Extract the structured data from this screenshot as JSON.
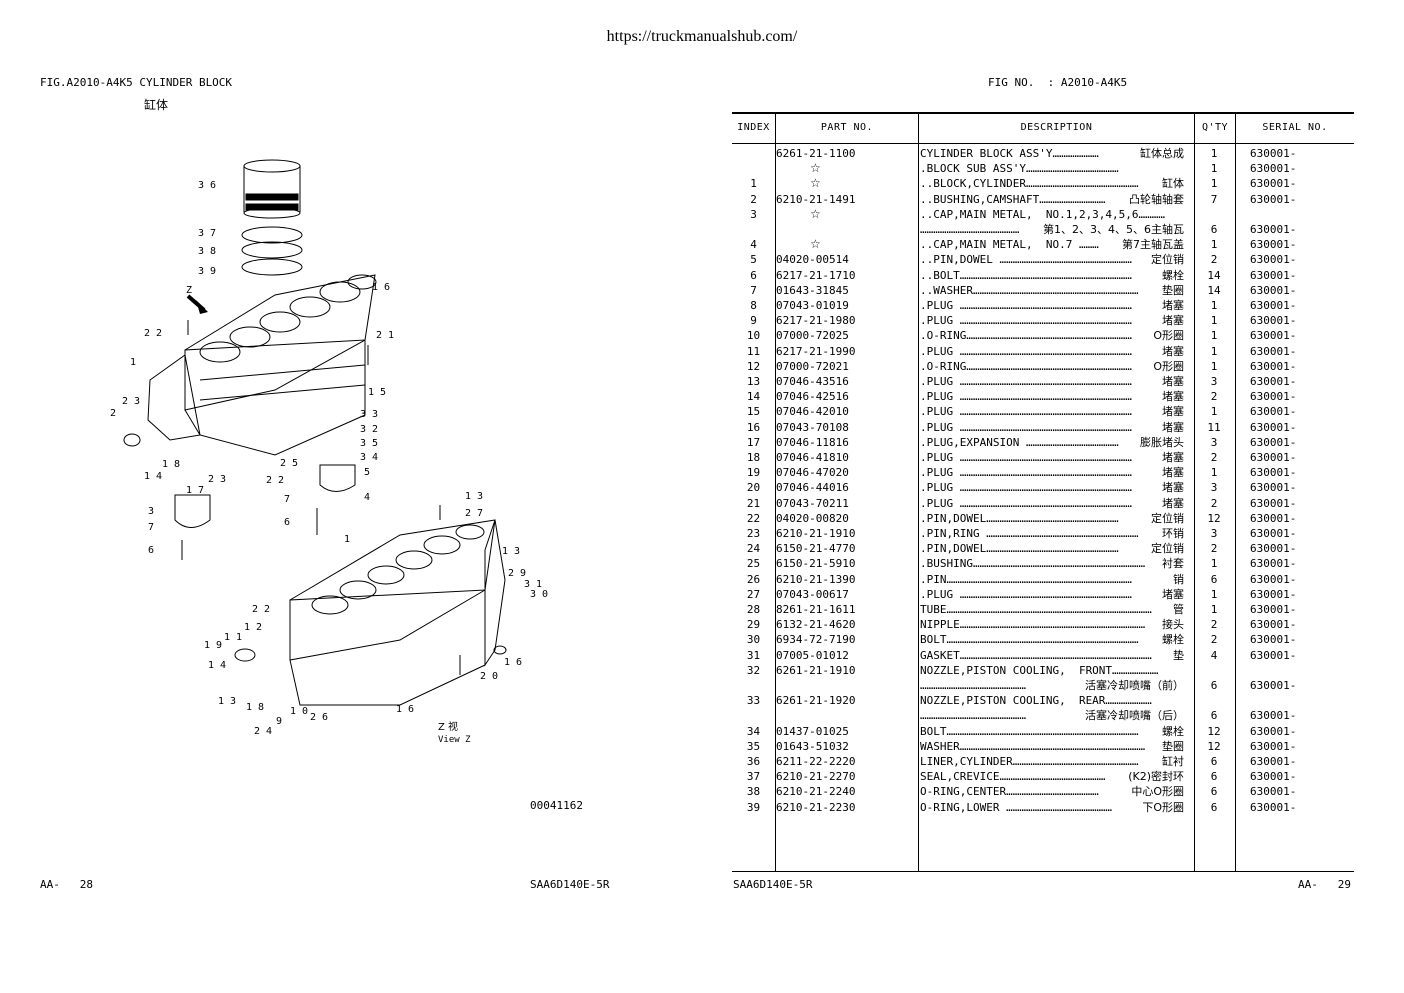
{
  "site_url": "https://truckmanualshub.com/",
  "figure": {
    "title": "FIG.A2010-A4K5 CYLINDER BLOCK",
    "subtitle": "缸体",
    "fig_no_label": "FIG NO.  : A2010-A4K5",
    "drawing_number": "00041162",
    "view_label_cn": "Z  视",
    "view_label_en": "View Z",
    "callouts_top": [
      "36",
      "37",
      "38",
      "39",
      "16",
      "22",
      "21",
      "1",
      "15",
      "23",
      "2",
      "33",
      "32",
      "35",
      "34",
      "14",
      "18",
      "25",
      "5",
      "23",
      "22",
      "17",
      "4",
      "7",
      "3",
      "7",
      "6",
      "6",
      "Z"
    ],
    "callouts_bottom": [
      "13",
      "27",
      "1",
      "13",
      "29",
      "31",
      "30",
      "22",
      "12",
      "11",
      "19",
      "14",
      "16",
      "20",
      "13",
      "18",
      "10",
      "26",
      "16",
      "9",
      "24"
    ]
  },
  "table": {
    "headers": {
      "index": "INDEX",
      "part_no": "PART  NO.",
      "description": "DESCRIPTION",
      "qty": "Q'TY",
      "serial": "SERIAL NO."
    },
    "rows": [
      {
        "index": "",
        "part": "6261-21-1100",
        "dl": "CYLINDER BLOCK ASS'Y…………………",
        "dr": "缸体总成",
        "qty": "1",
        "serial": "630001-"
      },
      {
        "index": "",
        "part": "☆",
        "dl": ".BLOCK SUB ASS'Y……………………………………",
        "dr": "",
        "qty": "1",
        "serial": "630001-"
      },
      {
        "index": "1",
        "part": "☆",
        "dl": "..BLOCK,CYLINDER……………………………………………",
        "dr": "缸体",
        "qty": "1",
        "serial": "630001-"
      },
      {
        "index": "2",
        "part": "6210-21-1491",
        "dl": "..BUSHING,CAMSHAFT…………………………",
        "dr": "凸轮轴轴套",
        "qty": "7",
        "serial": "630001-"
      },
      {
        "index": "3",
        "part": "☆",
        "dl": "..CAP,MAIN METAL,  NO.1,2,3,4,5,6…………",
        "dr": "",
        "qty": "",
        "serial": ""
      },
      {
        "index": "",
        "part": "",
        "dl": "………………………………………",
        "dr": "第1、2、3、4、5、6主轴瓦",
        "qty": "6",
        "serial": "630001-"
      },
      {
        "index": "4",
        "part": "☆",
        "dl": "..CAP,MAIN METAL,  NO.7 ………",
        "dr": "第7主轴瓦盖",
        "qty": "1",
        "serial": "630001-"
      },
      {
        "index": "5",
        "part": "04020-00514",
        "dl": "..PIN,DOWEL ……………………………………………………",
        "dr": "定位销",
        "qty": "2",
        "serial": "630001-"
      },
      {
        "index": "6",
        "part": "6217-21-1710",
        "dl": "..BOLT……………………………………………………………………",
        "dr": "螺栓",
        "qty": "14",
        "serial": "630001-"
      },
      {
        "index": "7",
        "part": "01643-31845",
        "dl": "..WASHER…………………………………………………………………",
        "dr": "垫圈",
        "qty": "14",
        "serial": "630001-"
      },
      {
        "index": "8",
        "part": "07043-01019",
        "dl": ".PLUG ……………………………………………………………………",
        "dr": "堵塞",
        "qty": "1",
        "serial": "630001-"
      },
      {
        "index": "9",
        "part": "6217-21-1980",
        "dl": ".PLUG ……………………………………………………………………",
        "dr": "堵塞",
        "qty": "1",
        "serial": "630001-"
      },
      {
        "index": "10",
        "part": "07000-72025",
        "dl": ".O-RING…………………………………………………………………",
        "dr": "O形圈",
        "qty": "1",
        "serial": "630001-"
      },
      {
        "index": "11",
        "part": "6217-21-1990",
        "dl": ".PLUG ……………………………………………………………………",
        "dr": "堵塞",
        "qty": "1",
        "serial": "630001-"
      },
      {
        "index": "12",
        "part": "07000-72021",
        "dl": ".O-RING…………………………………………………………………",
        "dr": "O形圈",
        "qty": "1",
        "serial": "630001-"
      },
      {
        "index": "13",
        "part": "07046-43516",
        "dl": ".PLUG ……………………………………………………………………",
        "dr": "堵塞",
        "qty": "3",
        "serial": "630001-"
      },
      {
        "index": "14",
        "part": "07046-42516",
        "dl": ".PLUG ……………………………………………………………………",
        "dr": "堵塞",
        "qty": "2",
        "serial": "630001-"
      },
      {
        "index": "15",
        "part": "07046-42010",
        "dl": ".PLUG ……………………………………………………………………",
        "dr": "堵塞",
        "qty": "1",
        "serial": "630001-"
      },
      {
        "index": "16",
        "part": "07043-70108",
        "dl": ".PLUG ……………………………………………………………………",
        "dr": "堵塞",
        "qty": "11",
        "serial": "630001-"
      },
      {
        "index": "17",
        "part": "07046-11816",
        "dl": ".PLUG,EXPANSION ……………………………………",
        "dr": "膨胀堵头",
        "qty": "3",
        "serial": "630001-"
      },
      {
        "index": "18",
        "part": "07046-41810",
        "dl": ".PLUG ……………………………………………………………………",
        "dr": "堵塞",
        "qty": "2",
        "serial": "630001-"
      },
      {
        "index": "19",
        "part": "07046-47020",
        "dl": ".PLUG ……………………………………………………………………",
        "dr": "堵塞",
        "qty": "1",
        "serial": "630001-"
      },
      {
        "index": "20",
        "part": "07046-44016",
        "dl": ".PLUG ……………………………………………………………………",
        "dr": "堵塞",
        "qty": "3",
        "serial": "630001-"
      },
      {
        "index": "21",
        "part": "07043-70211",
        "dl": ".PLUG ……………………………………………………………………",
        "dr": "堵塞",
        "qty": "2",
        "serial": "630001-"
      },
      {
        "index": "22",
        "part": "04020-00820",
        "dl": ".PIN,DOWEL……………………………………………………",
        "dr": "定位销",
        "qty": "12",
        "serial": "630001-"
      },
      {
        "index": "23",
        "part": "6210-21-1910",
        "dl": ".PIN,RING ……………………………………………………………",
        "dr": "环销",
        "qty": "3",
        "serial": "630001-"
      },
      {
        "index": "24",
        "part": "6150-21-4770",
        "dl": ".PIN,DOWEL……………………………………………………",
        "dr": "定位销",
        "qty": "2",
        "serial": "630001-"
      },
      {
        "index": "25",
        "part": "6150-21-5910",
        "dl": ".BUSHING……………………………………………………………………",
        "dr": "衬套",
        "qty": "1",
        "serial": "630001-"
      },
      {
        "index": "26",
        "part": "6210-21-1390",
        "dl": ".PIN…………………………………………………………………………",
        "dr": "销",
        "qty": "6",
        "serial": "630001-"
      },
      {
        "index": "27",
        "part": "07043-00617",
        "dl": ".PLUG ……………………………………………………………………",
        "dr": "堵塞",
        "qty": "1",
        "serial": "630001-"
      },
      {
        "index": "28",
        "part": "8261-21-1611",
        "dl": "TUBE…………………………………………………………………………………",
        "dr": "管",
        "qty": "1",
        "serial": "630001-"
      },
      {
        "index": "29",
        "part": "6132-21-4620",
        "dl": "NIPPLE…………………………………………………………………………",
        "dr": "接头",
        "qty": "2",
        "serial": "630001-"
      },
      {
        "index": "30",
        "part": "6934-72-7190",
        "dl": "BOLT……………………………………………………………………………",
        "dr": "螺栓",
        "qty": "2",
        "serial": "630001-"
      },
      {
        "index": "31",
        "part": "07005-01012",
        "dl": "GASKET……………………………………………………………………………",
        "dr": "垫",
        "qty": "4",
        "serial": "630001-"
      },
      {
        "index": "32",
        "part": "6261-21-1910",
        "dl": "NOZZLE,PISTON COOLING,  FRONT…………………",
        "dr": "",
        "qty": "",
        "serial": ""
      },
      {
        "index": "",
        "part": "",
        "dl": "…………………………………………",
        "dr": "活塞冷却喷嘴（前）",
        "qty": "6",
        "serial": "630001-"
      },
      {
        "index": "33",
        "part": "6261-21-1920",
        "dl": "NOZZLE,PISTON COOLING,  REAR…………………",
        "dr": "",
        "qty": "",
        "serial": ""
      },
      {
        "index": "",
        "part": "",
        "dl": "…………………………………………",
        "dr": "活塞冷却喷嘴（后）",
        "qty": "6",
        "serial": "630001-"
      },
      {
        "index": "34",
        "part": "01437-01025",
        "dl": "BOLT……………………………………………………………………………",
        "dr": "螺栓",
        "qty": "12",
        "serial": "630001-"
      },
      {
        "index": "35",
        "part": "01643-51032",
        "dl": "WASHER…………………………………………………………………………",
        "dr": "垫圈",
        "qty": "12",
        "serial": "630001-"
      },
      {
        "index": "36",
        "part": "6211-22-2220",
        "dl": "LINER,CYLINDER…………………………………………………",
        "dr": "缸衬",
        "qty": "6",
        "serial": "630001-"
      },
      {
        "index": "37",
        "part": "6210-21-2270",
        "dl": "SEAL,CREVICE…………………………………………",
        "dr": "(K2)密封环",
        "qty": "6",
        "serial": "630001-"
      },
      {
        "index": "38",
        "part": "6210-21-2240",
        "dl": "O-RING,CENTER……………………………………",
        "dr": "中心O形圈",
        "qty": "6",
        "serial": "630001-"
      },
      {
        "index": "39",
        "part": "6210-21-2230",
        "dl": "O-RING,LOWER …………………………………………",
        "dr": "下O形圈",
        "qty": "6",
        "serial": "630001-"
      }
    ]
  },
  "footer": {
    "left_page": "AA-   28",
    "left_model": "SAA6D140E-5R",
    "right_model": "SAA6D140E-5R",
    "right_page": "AA-   29"
  }
}
